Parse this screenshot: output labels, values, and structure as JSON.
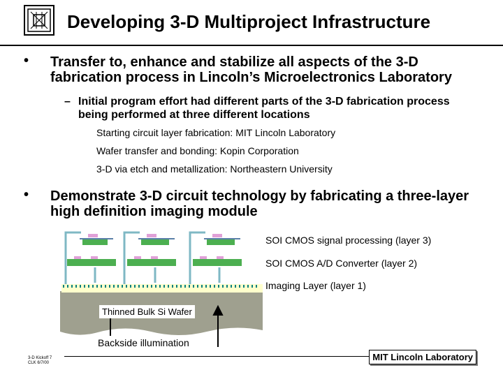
{
  "title": "Developing 3-D Multiproject Infrastructure",
  "bullets": [
    {
      "text": "Transfer to, enhance and stabilize all aspects of the 3-D fabrication process in Lincoln’s Microelectronics Laboratory"
    },
    {
      "text": "Demonstrate 3-D circuit technology by fabricating a three-layer high definition imaging module"
    }
  ],
  "sub_bullet": {
    "dash": "–",
    "text": "Initial program effort had different parts of the 3-D fabrication process being performed at three different locations"
  },
  "details": [
    "Starting circuit layer fabrication:  MIT Lincoln Laboratory",
    "Wafer transfer and bonding: Kopin Corporation",
    "3-D via etch and metallization: Northeastern University"
  ],
  "diagram": {
    "layer3_label": "SOI CMOS signal processing (layer 3)",
    "layer2_label": "SOI CMOS A/D Converter (layer 2)",
    "layer1_label": "Imaging Layer (layer 1)",
    "wafer_label": "Thinned Bulk Si Wafer",
    "illumination_label": "Backside illumination"
  },
  "footer": {
    "left_line1": "3-D Kickoff 7",
    "left_line2": "CLK 6/7/00",
    "right": "MIT Lincoln Laboratory"
  },
  "colors": {
    "bulk_si": "#9fa08f",
    "imaging_layer": "#ffffcc",
    "pixel_teal": "#008080",
    "via": "#7fb8c4",
    "device_green": "#4caf50",
    "device_pink": "#e0a0d8"
  }
}
